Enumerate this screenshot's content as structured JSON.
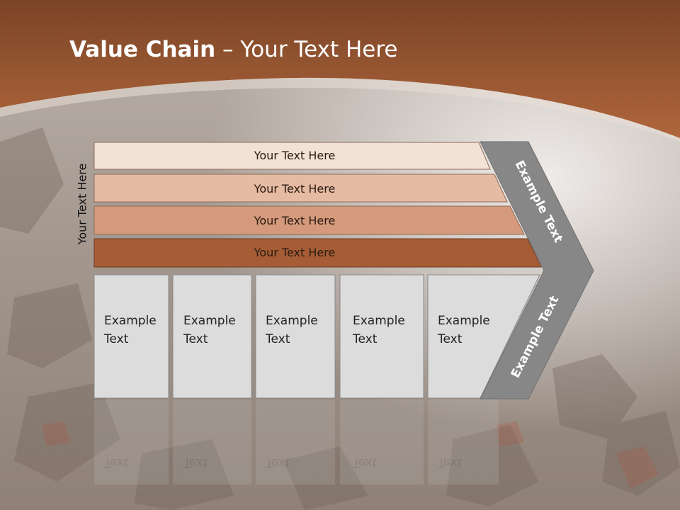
{
  "title": {
    "bold": "Value Chain",
    "rest": " – Your Text Here"
  },
  "side_label": "Your Text Here",
  "bands": [
    {
      "label": "Your Text Here",
      "color": "#f2e1d7"
    },
    {
      "label": "Your Text Here",
      "color": "#e6bba3"
    },
    {
      "label": "Your Text Here",
      "color": "#d49a7b"
    },
    {
      "label": "Your Text Here",
      "color": "#a65d36"
    }
  ],
  "columns": [
    {
      "line1": "Example",
      "line2": "Text"
    },
    {
      "line1": "Example",
      "line2": "Text"
    },
    {
      "line1": "Example",
      "line2": "Text"
    },
    {
      "line1": "Example",
      "line2": "Text"
    },
    {
      "line1": "Example",
      "line2": "Text"
    }
  ],
  "chevron": {
    "upper_label": "Example Text",
    "lower_label": "Example Text",
    "color": "#878787"
  },
  "colors": {
    "header_brown": "#9b5a35",
    "column_fill": "#dcdcdc"
  }
}
